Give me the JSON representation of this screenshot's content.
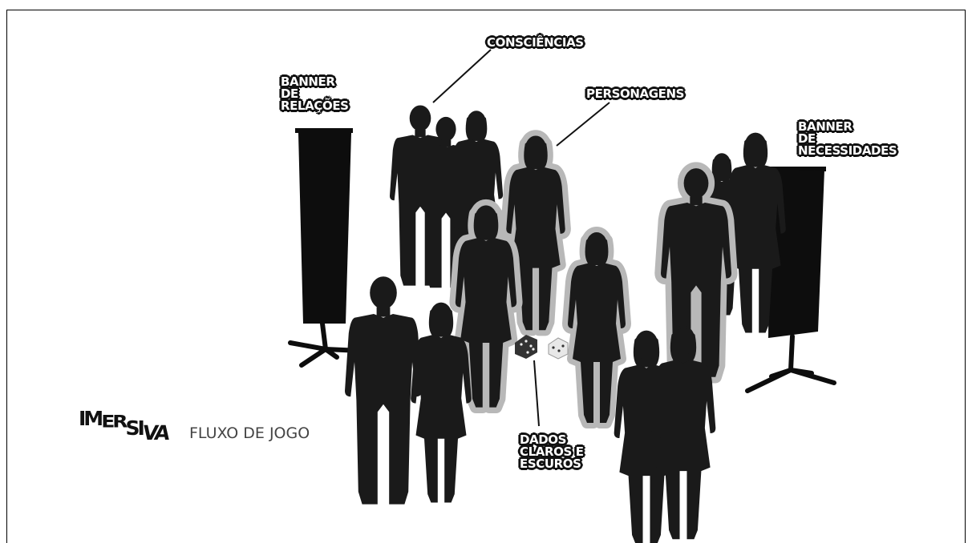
{
  "labels": {
    "consciencias": "CONSCIÊNCIAS",
    "personagens": "PERSONAGENS",
    "banner_relacoes": [
      "BANNER",
      "DE",
      "RELAÇÕES"
    ],
    "banner_necessidades": [
      "BANNER",
      "DE",
      "NECESSIDADES"
    ],
    "dados": [
      "DADOS",
      "CLAROS E",
      "ESCUROS"
    ]
  },
  "logo": {
    "parts": [
      "IM",
      "ER",
      "SI",
      "VA"
    ]
  },
  "flow_title": "FLUXO DE JOGO",
  "colors": {
    "silhouette": "#1a1a1a",
    "highlight_outline": "#b8b8b8",
    "banner": "#0d0d0d",
    "background": "#ffffff"
  }
}
